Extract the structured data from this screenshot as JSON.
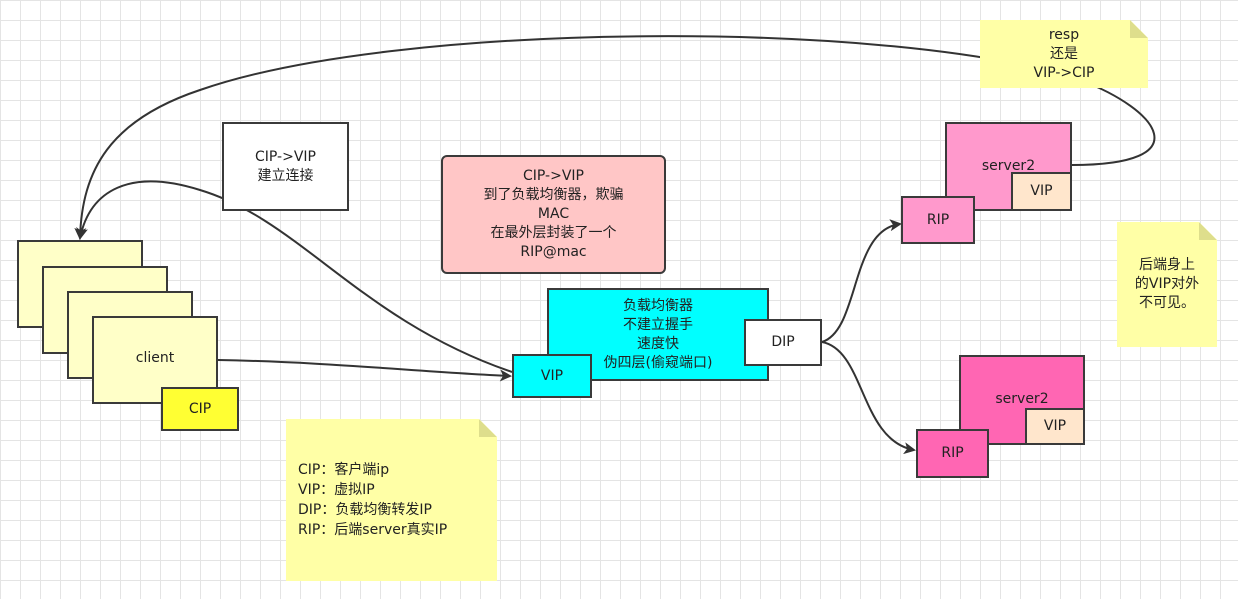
{
  "client": {
    "label": "client",
    "ip_label": "CIP"
  },
  "note_cip_vip": "CIP->VIP\n建立连接",
  "note_lb_arrive": "CIP->VIP\n到了负载均衡器，欺骗\nMAC\n在最外层封装了一个\nRIP@mac",
  "load_balancer": {
    "label": "负载均衡器\n不建立握手\n速度快\n伪四层(偷窥端口)",
    "vip_label": "VIP",
    "dip_label": "DIP"
  },
  "server_top": {
    "label": "server2",
    "vip_label": "VIP",
    "rip_label": "RIP"
  },
  "server_bottom": {
    "label": "server2",
    "vip_label": "VIP",
    "rip_label": "RIP"
  },
  "note_resp": "resp\n还是\nVIP->CIP",
  "note_backend": "后端身上\n的VIP对外\n不可见。",
  "legend": {
    "lines": [
      "CIP：客户端ip",
      "VIP：虚拟IP",
      "DIP：负载均衡转发IP",
      "RIP：后端server真实IP"
    ]
  },
  "colors": {
    "client_fill": "#ffffc8",
    "cip_fill": "#ffff33",
    "lb_fill": "#00ffff",
    "note_pink_fill": "#ffc6c6",
    "server_top_fill": "#ff99cc",
    "server_bottom_fill": "#ff66b3",
    "vip_server_fill": "#ffe6cc",
    "note_fill": "#ffffa6"
  }
}
